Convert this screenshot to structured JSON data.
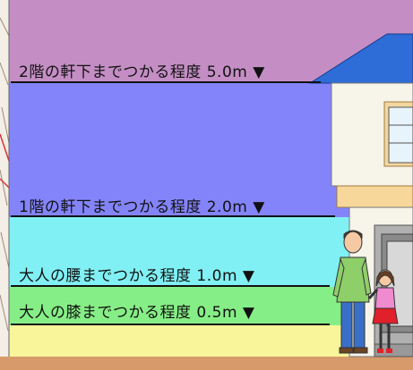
{
  "levels": [
    {
      "text": "2階の軒下までつかる程度 5.0m ▼",
      "color": "#c48ec4"
    },
    {
      "text": "1階の軒下までつかる程度 2.0m ▼",
      "color": "#8484fa"
    },
    {
      "text": "大人の腰までつかる程度 1.0m ▼",
      "color": "#80f0f4"
    },
    {
      "text": "大人の膝までつかる程度 0.5m ▼",
      "color": "#86ee86"
    }
  ],
  "bands": {
    "bottom_yellow": "#f8f59a",
    "ground": "#d79a6a"
  }
}
